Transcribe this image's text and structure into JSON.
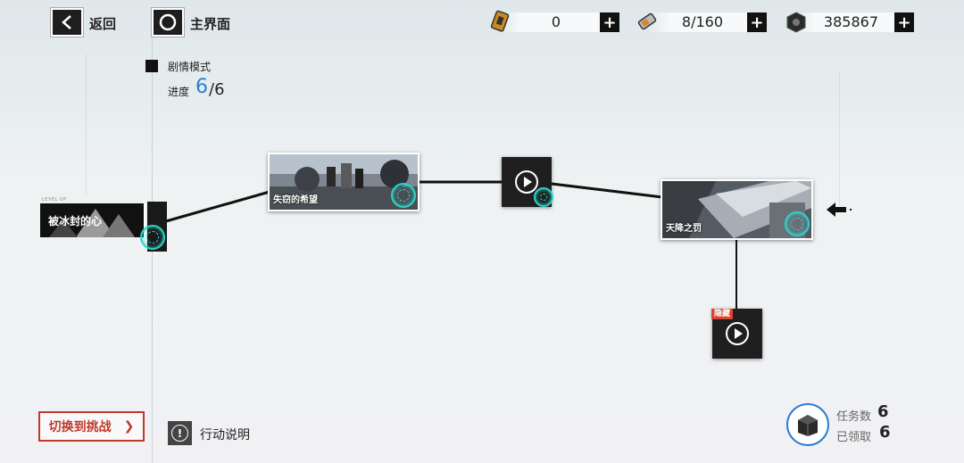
{
  "header": {
    "back_label": "返回",
    "home_label": "主界面",
    "resources": [
      {
        "icon": "gold-ticket-icon",
        "value": "0"
      },
      {
        "icon": "stamina-battery-icon",
        "value": "8/160"
      },
      {
        "icon": "coin-hex-icon",
        "value": "385867"
      }
    ]
  },
  "mode": {
    "label": "剧情模式",
    "progress_label": "进度",
    "progress_current": "6",
    "progress_total": "/6"
  },
  "stages": {
    "current": {
      "title": "被冰封的心",
      "tag": "LEVEL UP"
    },
    "lost_hope": {
      "title": "失窃的希望"
    },
    "heaven_punish": {
      "title": "天降之罚"
    },
    "hidden_tag": "隐藏"
  },
  "footer": {
    "switch_label": "切换到挑战",
    "switch_chevron": "❯",
    "info_glyph": "!",
    "info_label": "行动说明",
    "task_count_label": "任务数",
    "task_count": "6",
    "claimed_label": "已领取",
    "claimed_count": "6"
  },
  "colors": {
    "accent_blue": "#2a7fd4",
    "challenge_red": "#c0392b",
    "clear_badge": "#2ad4c8",
    "hidden_tag": "#d9432f"
  }
}
